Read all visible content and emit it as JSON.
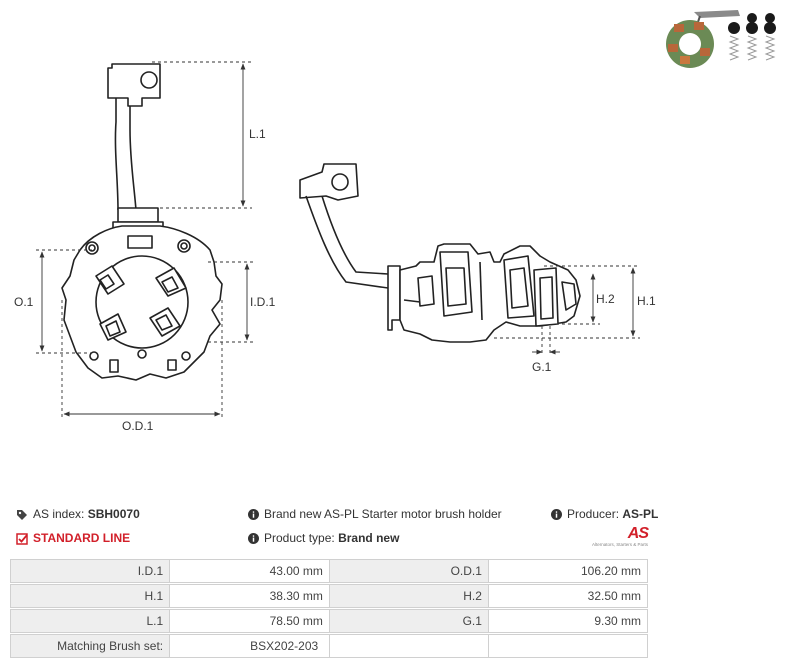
{
  "dimensions": {
    "l1": "L.1",
    "o1": "O.1",
    "id1": "I.D.1",
    "od1": "O.D.1",
    "h1": "H.1",
    "h2": "H.2",
    "g1": "G.1"
  },
  "info": {
    "as_index_label": "AS index:",
    "as_index_value": "SBH0070",
    "standard_line": "STANDARD LINE",
    "description": "Brand new AS-PL Starter motor brush holder",
    "product_type_label": "Product type:",
    "product_type_value": "Brand new",
    "producer_label": "Producer:",
    "producer_value": "AS-PL",
    "logo_mark": "AS",
    "logo_tagline": "Alternators, Starters & Parts"
  },
  "specs": [
    {
      "k1": "I.D.1",
      "v1": "43.00 mm",
      "k2": "O.D.1",
      "v2": "106.20 mm"
    },
    {
      "k1": "H.1",
      "v1": "38.30 mm",
      "k2": "H.2",
      "v2": "32.50 mm"
    },
    {
      "k1": "L.1",
      "v1": "78.50 mm",
      "k2": "G.1",
      "v2": "9.30 mm"
    }
  ],
  "matching": {
    "label": "Matching Brush set:",
    "value": "BSX202-203"
  },
  "colors": {
    "accent_red": "#d2202a",
    "table_key_bg": "#eeeeee",
    "copper": "#b8673a"
  },
  "icons": [
    "tag-icon",
    "check-square-icon",
    "info-icon",
    "as-pl-logo",
    "product-photo"
  ]
}
